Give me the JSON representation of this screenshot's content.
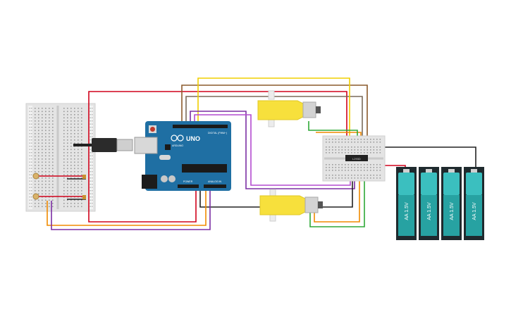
{
  "arduino": {
    "brand": "UNO",
    "logo_text": "ARDUINO",
    "digital_label": "DIGITAL (PWM~)",
    "power_label": "POWER",
    "analog_label": "ANALOG IN"
  },
  "motor_driver": {
    "chip_label": "L293D"
  },
  "batteries": [
    {
      "label": "AA 1.5V"
    },
    {
      "label": "AA 1.5V"
    },
    {
      "label": "AA 1.5V"
    },
    {
      "label": "AA 1.5V"
    }
  ],
  "colors": {
    "red_wire": "#d0021b",
    "brown_wire": "#8b5a2b",
    "yellow_wire": "#f5d000",
    "purple_wire": "#7b2fa3",
    "orange_wire": "#f08a00",
    "green_wire": "#2ea836",
    "black_wire": "#222222",
    "board_blue": "#1f6fa3",
    "motor_yellow": "#f7e03c",
    "battery_teal": "#3bbfbf"
  },
  "icons": [
    "arduino-board",
    "usb-cable",
    "dc-motor",
    "breadboard",
    "aa-battery",
    "motor-driver-ic"
  ]
}
